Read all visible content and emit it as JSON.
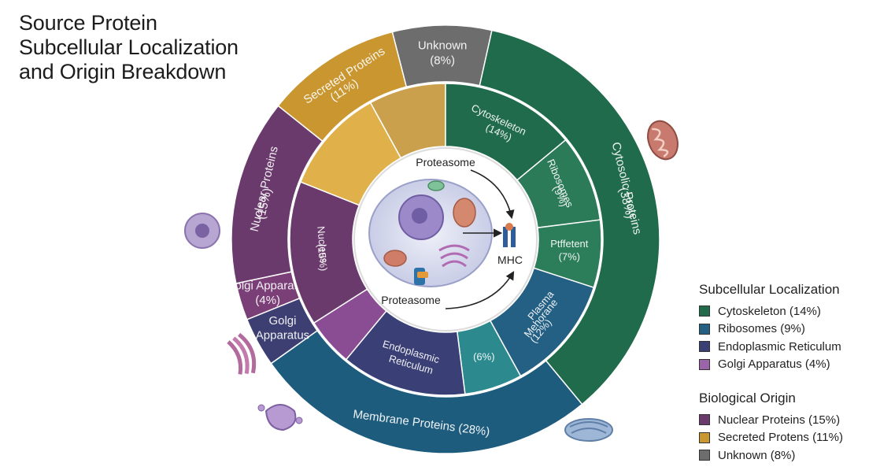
{
  "title": {
    "line1": "Source Protein",
    "line2": "Subcellular Localization",
    "line3": "and Origin Breakdown"
  },
  "outer_ring": [
    {
      "id": "unknown",
      "label": "Unknown",
      "pct": "(8%)",
      "value": 8,
      "color": "#6d6d6d"
    },
    {
      "id": "cytosolic",
      "label": "Cytosolic Proteins",
      "pct": "(38%)",
      "value": 38,
      "color": "#1f6b4b"
    },
    {
      "id": "membrane",
      "label": "Membrane Proteins (28%)",
      "pct": "",
      "value": 28,
      "color": "#1e5c7e"
    },
    {
      "id": "golgi",
      "label": "Golgi",
      "pct": "Apparatus",
      "value": 4,
      "color": "#3d3f72"
    },
    {
      "id": "golgi-small",
      "label": "Golgi Apparatus",
      "pct": "(4%)",
      "value": 3,
      "color": "#7b3f78"
    },
    {
      "id": "nuclear",
      "label": "Nuclear Proteins",
      "pct": "(15%)",
      "value": 15,
      "color": "#6b3a6c"
    },
    {
      "id": "secreted",
      "label": "Secreted Proteins",
      "pct": "(11%)",
      "value": 11,
      "color": "#c9962f"
    }
  ],
  "inner_ring": [
    {
      "id": "unknown-inner",
      "label": "",
      "pct": "",
      "value": 8,
      "color": "#caa04c"
    },
    {
      "id": "cytoskeleton",
      "label": "Cytoskeleton",
      "pct": "(14%)",
      "value": 14,
      "color": "#1f6b4b"
    },
    {
      "id": "ribosomes",
      "label": "Ribosomes",
      "pct": "(9%)",
      "value": 9,
      "color": "#2b7a58"
    },
    {
      "id": "ptffetent",
      "label": "Ptffetent",
      "pct": "(7%)",
      "value": 7,
      "color": "#2c7d5a"
    },
    {
      "id": "plasma-membrane",
      "label": "Plasma",
      "pct": "Mehorane",
      "pct2": "(12%)",
      "value": 12,
      "color": "#245f84"
    },
    {
      "id": "six",
      "label": "(6%)",
      "pct": "",
      "value": 6,
      "color": "#2c8a8f"
    },
    {
      "id": "er",
      "label": "Endoplasmic",
      "pct": "Reticulum",
      "value": 13,
      "color": "#3a3f75"
    },
    {
      "id": "golgi-inner",
      "label": "",
      "pct": "",
      "value": 5,
      "color": "#8a4d93"
    },
    {
      "id": "nucleus",
      "label": "Nucleus",
      "pct": "(15%)",
      "value": 15,
      "color": "#6b3a6c"
    },
    {
      "id": "secreted-inner",
      "label": "",
      "pct": "",
      "value": 11,
      "color": "#e0b04a"
    }
  ],
  "center": {
    "proteasome_top": "Proteasome",
    "proteasome_bottom": "Proteasome",
    "mhc": "MHC"
  },
  "legend_localization": {
    "heading": "Subcellular Localization",
    "items": [
      {
        "label": "Cytoskeleton (14%)",
        "color": "#1f6b4b"
      },
      {
        "label": "Ribosomes (9%)",
        "color": "#245f84"
      },
      {
        "label": "Endoplasmic Reticulum",
        "color": "#3a3f75"
      },
      {
        "label": "Golgi Apparatus (4%)",
        "color": "#9b64a8"
      }
    ]
  },
  "legend_origin": {
    "heading": "Biological Origin",
    "items": [
      {
        "label": "Nuclear Proteins (15%)",
        "color": "#6b3a6c"
      },
      {
        "label": "Secreted Protens (11%)",
        "color": "#c9962f"
      },
      {
        "label": "Unknown (8%)",
        "color": "#6d6d6d"
      }
    ]
  },
  "icons": [
    "mitochondrion-icon",
    "cell-icon",
    "golgi-icon",
    "vesicle-icon",
    "er-icon",
    "mhc-icon"
  ]
}
